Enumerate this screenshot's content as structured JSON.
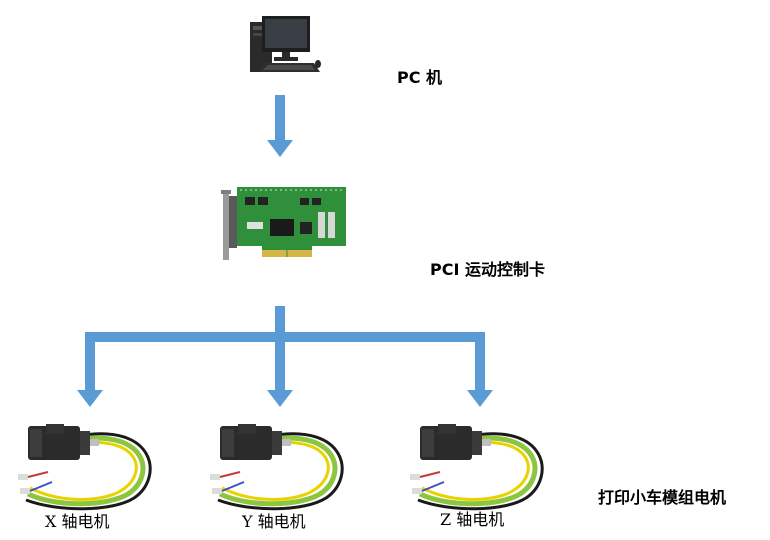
{
  "labels": {
    "pc": "PC 机",
    "card": "PCI 运动控制卡",
    "group": "打印小车模组电机",
    "motor_x": "X 轴电机",
    "motor_y": "Y 轴电机",
    "motor_z": "Z 轴电机"
  },
  "icons": {
    "pc": "desktop-computer-icon",
    "card": "pci-card-icon",
    "motor": "servo-motor-icon"
  },
  "colors": {
    "arrow": "#5b9bd5",
    "pcb": "#2f8f3a",
    "motor_body": "#2b2b2b",
    "cable_green": "#8cc63f",
    "cable_yellow": "#e8d200",
    "cable_black": "#1a1a1a"
  }
}
